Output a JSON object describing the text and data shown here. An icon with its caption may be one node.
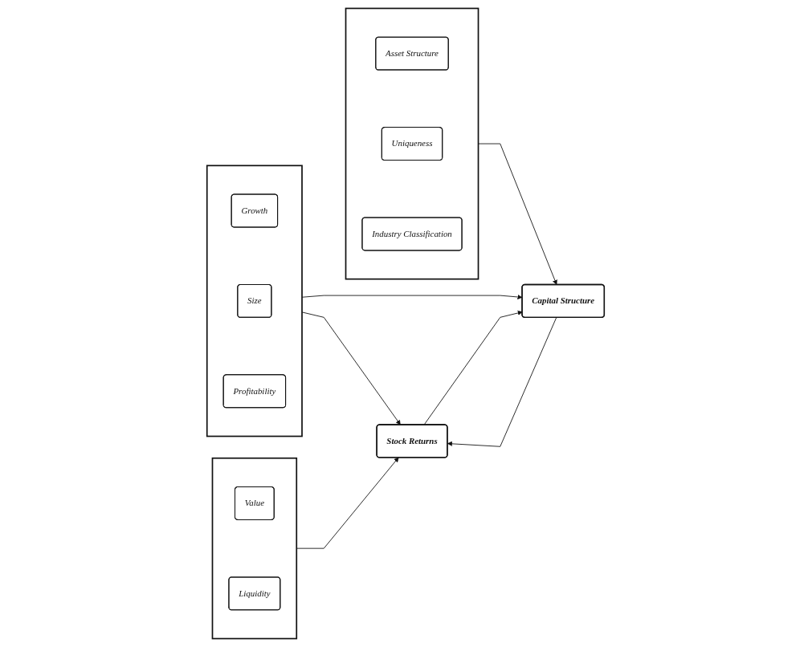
{
  "diagram": {
    "nodes": [
      {
        "text": [],
        "shape": "box"
      },
      {
        "text": [
          "Growth"
        ],
        "in": 0
      },
      {
        "text": [
          "Size"
        ],
        "in": 0
      },
      {
        "text": [
          "Profitability"
        ],
        "in": 0
      },
      {
        "text": [
          "Capital Structure"
        ]
      },
      {
        "text": [
          "Stock Returns"
        ]
      },
      {
        "text": [],
        "shape": "box"
      },
      {
        "text": [
          "Asset Structure"
        ],
        "in": 6
      },
      {
        "text": [
          "Uniqueness"
        ],
        "in": 6
      },
      {
        "text": [
          "Industry Classification"
        ],
        "in": 6
      },
      {
        "text": [],
        "shape": "box"
      },
      {
        "text": [
          "Value"
        ],
        "in": 10
      },
      {
        "text": [
          "Liquidity"
        ],
        "in": 10
      }
    ],
    "edges": [
      {
        "from": 0,
        "to": 4,
        "arrow": "to"
      },
      {
        "from": 0,
        "to": 5,
        "arrow": "to"
      },
      {
        "from": 6,
        "to": 4,
        "arrow": "to"
      },
      {
        "from": 4,
        "to": 5,
        "arrow": "to"
      },
      {
        "from": 5,
        "to": 4,
        "arrow": "to"
      },
      {
        "from": 10,
        "to": 5,
        "arrow": "to"
      }
    ]
  }
}
